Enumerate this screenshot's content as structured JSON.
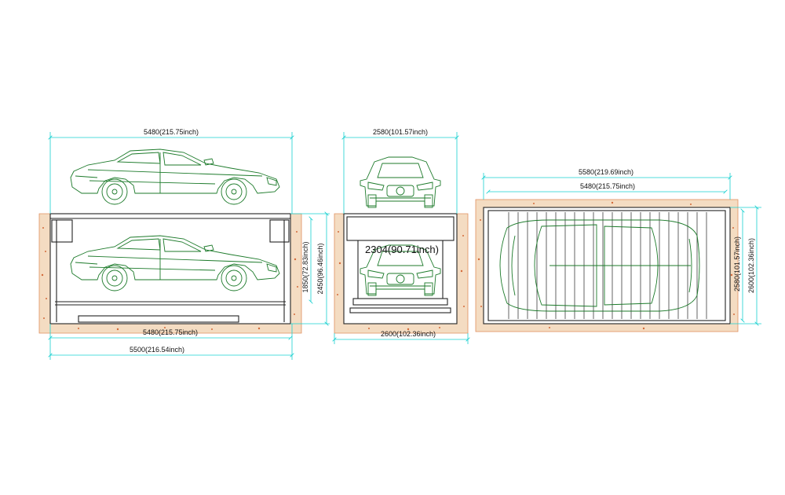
{
  "colors": {
    "dimension": "#18d0d0",
    "car_outline": "#1c7a2a",
    "frame": "#222222",
    "soil_fill": "#f4dcc2",
    "soil_dots": "#d36a3a"
  },
  "side_view": {
    "top_width": "5480(215.75inch)",
    "bottom_width_inner": "5480(215.75inch)",
    "bottom_width_outer": "5500(216.54inch)",
    "height_inner": "1850(72.83inch)",
    "height_outer": "2450(96.46inch)"
  },
  "front_view": {
    "top_width": "2580(101.57inch)",
    "center_width": "2304(90.71inch)",
    "bottom_width": "2600(102.36inch)"
  },
  "top_view": {
    "outer_width": "5580(219.69inch)",
    "inner_width": "5480(215.75inch)",
    "height_inner": "2580(101.57inch)",
    "height_outer": "2600(102.36inch)"
  }
}
